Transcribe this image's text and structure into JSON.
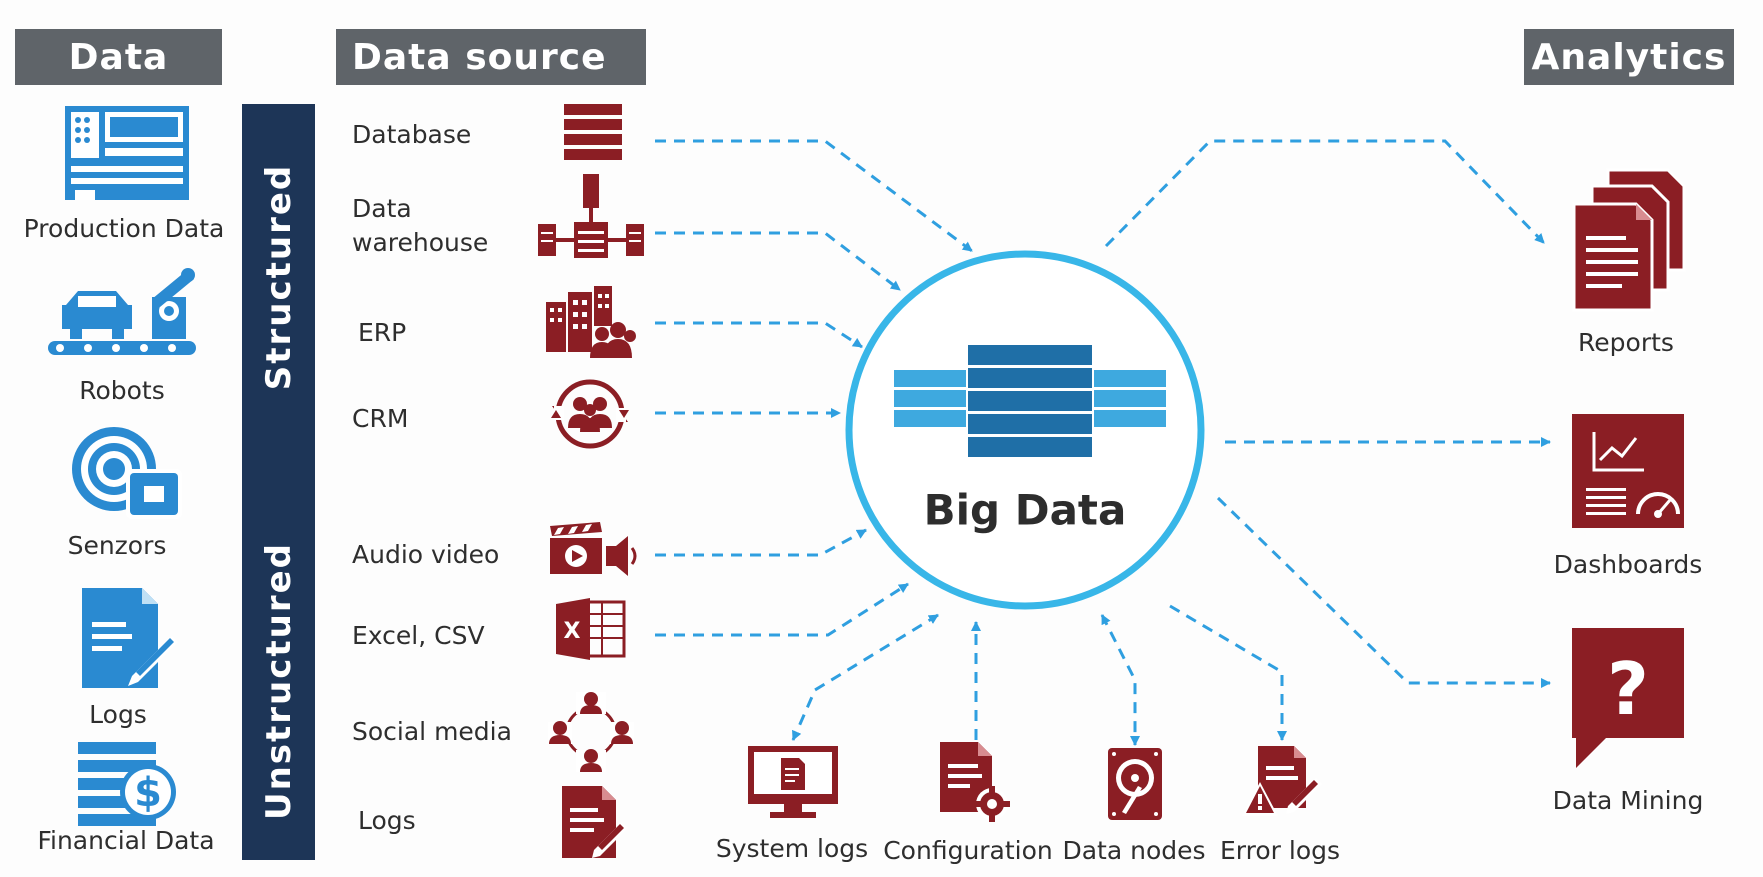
{
  "headers": {
    "data": "Data",
    "source": "Data source",
    "analytics": "Analytics"
  },
  "data_items": [
    {
      "label": "Production Data",
      "icon": "production-machine-icon"
    },
    {
      "label": "Robots",
      "icon": "robot-arm-icon"
    },
    {
      "label": "Senzors",
      "icon": "sensor-icon"
    },
    {
      "label": "Logs",
      "icon": "log-document-icon"
    },
    {
      "label": "Financial Data",
      "icon": "financial-data-icon"
    }
  ],
  "categories": {
    "structured": "Structured",
    "unstructured": "Unstructured"
  },
  "sources": [
    {
      "label": "Database",
      "icon": "database-icon"
    },
    {
      "label": "Data\nwarehouse",
      "icon": "data-warehouse-icon"
    },
    {
      "label": "ERP",
      "icon": "erp-icon"
    },
    {
      "label": "CRM",
      "icon": "crm-icon"
    },
    {
      "label": "Audio video",
      "icon": "audio-video-icon"
    },
    {
      "label": "Excel, CSV",
      "icon": "excel-icon"
    },
    {
      "label": "Social media",
      "icon": "social-media-icon"
    },
    {
      "label": "Logs",
      "icon": "logs-icon"
    }
  ],
  "center": {
    "label": "Big Data",
    "icon": "big-data-servers-icon"
  },
  "bottom_items": [
    {
      "label": "System logs",
      "icon": "monitor-icon"
    },
    {
      "label": "Configuration",
      "icon": "configuration-icon"
    },
    {
      "label": "Data nodes",
      "icon": "hard-drive-icon"
    },
    {
      "label": "Error logs",
      "icon": "error-log-icon"
    }
  ],
  "analytics_items": [
    {
      "label": "Reports",
      "icon": "reports-icon"
    },
    {
      "label": "Dashboards",
      "icon": "dashboard-icon"
    },
    {
      "label": "Data Mining",
      "icon": "data-mining-icon"
    }
  ],
  "colors": {
    "header_bg": "#5f6469",
    "bar_bg": "#1d3557",
    "data_blue": "#2a8ad1",
    "icon_red": "#8b1e24",
    "arrow_blue": "#2f9fe0",
    "circle": "#38b6e8"
  }
}
